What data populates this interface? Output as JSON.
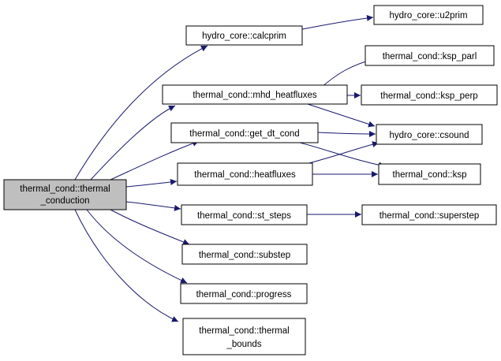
{
  "colors": {
    "edge": "#191970",
    "node_fill": "#ffffff",
    "root_fill": "#bfbfbf",
    "node_stroke": "#000000"
  },
  "nodes": {
    "root": [
      "thermal_cond::thermal",
      "_conduction"
    ],
    "calcprim": [
      "hydro_core::calcprim"
    ],
    "mhd_heatfluxes": [
      "thermal_cond::mhd_heatfluxes"
    ],
    "get_dt_cond": [
      "thermal_cond::get_dt_cond"
    ],
    "heatfluxes": [
      "thermal_cond::heatfluxes"
    ],
    "st_steps": [
      "thermal_cond::st_steps"
    ],
    "substep": [
      "thermal_cond::substep"
    ],
    "progress": [
      "thermal_cond::progress"
    ],
    "thermal_bounds": [
      "thermal_cond::thermal",
      "_bounds"
    ],
    "u2prim": [
      "hydro_core::u2prim"
    ],
    "ksp_parl": [
      "thermal_cond::ksp_parl"
    ],
    "ksp_perp": [
      "thermal_cond::ksp_perp"
    ],
    "csound": [
      "hydro_core::csound"
    ],
    "ksp": [
      "thermal_cond::ksp"
    ],
    "superstep": [
      "thermal_cond::superstep"
    ]
  },
  "edges": [
    [
      "root",
      "calcprim"
    ],
    [
      "root",
      "mhd_heatfluxes"
    ],
    [
      "root",
      "get_dt_cond"
    ],
    [
      "root",
      "heatfluxes"
    ],
    [
      "root",
      "st_steps"
    ],
    [
      "root",
      "substep"
    ],
    [
      "root",
      "progress"
    ],
    [
      "root",
      "thermal_bounds"
    ],
    [
      "calcprim",
      "u2prim"
    ],
    [
      "mhd_heatfluxes",
      "ksp_parl"
    ],
    [
      "mhd_heatfluxes",
      "ksp_perp"
    ],
    [
      "mhd_heatfluxes",
      "csound"
    ],
    [
      "get_dt_cond",
      "csound"
    ],
    [
      "get_dt_cond",
      "ksp"
    ],
    [
      "heatfluxes",
      "csound"
    ],
    [
      "heatfluxes",
      "ksp"
    ],
    [
      "st_steps",
      "superstep"
    ]
  ]
}
